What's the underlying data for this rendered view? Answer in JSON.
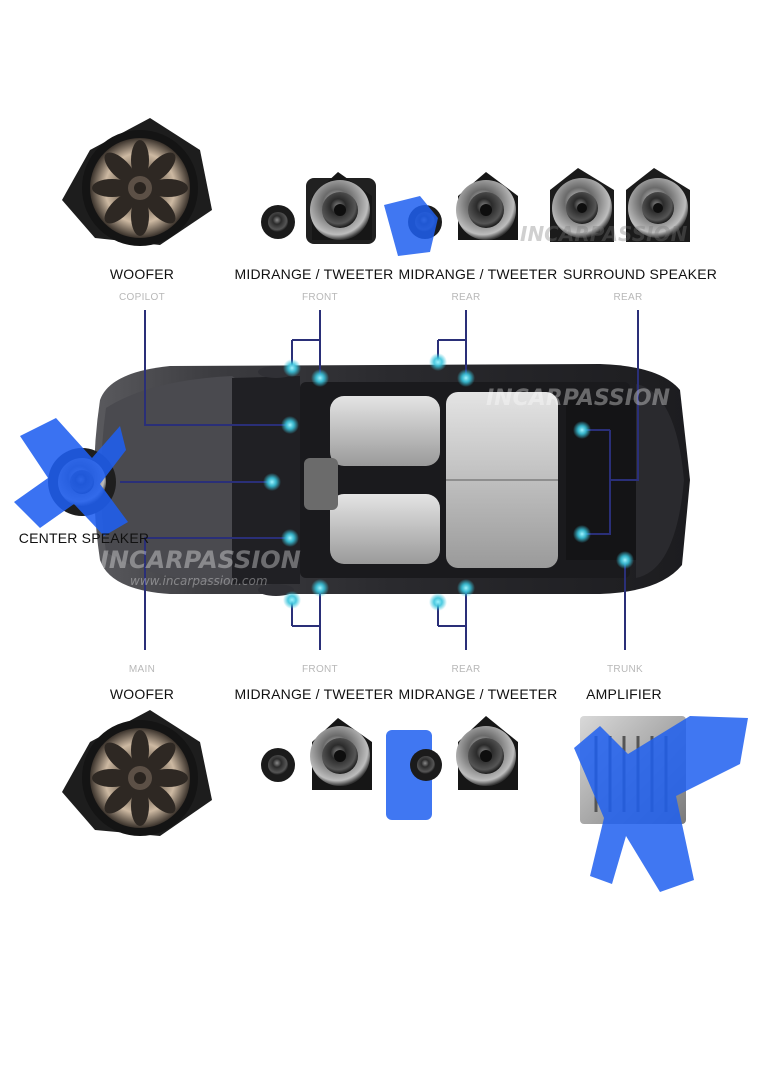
{
  "top_labels": {
    "woofer": "WOOFER",
    "woofer_sub": "COPILOT",
    "mid_front": "MIDRANGE / TWEETER",
    "mid_front_sub": "FRONT",
    "mid_rear": "MIDRANGE / TWEETER",
    "mid_rear_sub": "REAR",
    "surround": "SURROUND SPEAKER",
    "surround_sub": "REAR"
  },
  "center_label": "CENTER SPEAKER",
  "bottom_labels": {
    "woofer_sub": "MAIN",
    "woofer": "WOOFER",
    "mid_front_sub": "FRONT",
    "mid_front": "MIDRANGE / TWEETER",
    "mid_rear_sub": "REAR",
    "mid_rear": "MIDRANGE / TWEETER",
    "amp_sub": "TRUNK",
    "amp": "AMPLIFIER"
  },
  "watermarks": {
    "brand": "INCARPASSION",
    "url": "www.incarpassion.com"
  },
  "colors": {
    "leader_line": "#2a2f78",
    "marker": "#3fd0e0",
    "censor_blue": "#1f5ff0"
  }
}
